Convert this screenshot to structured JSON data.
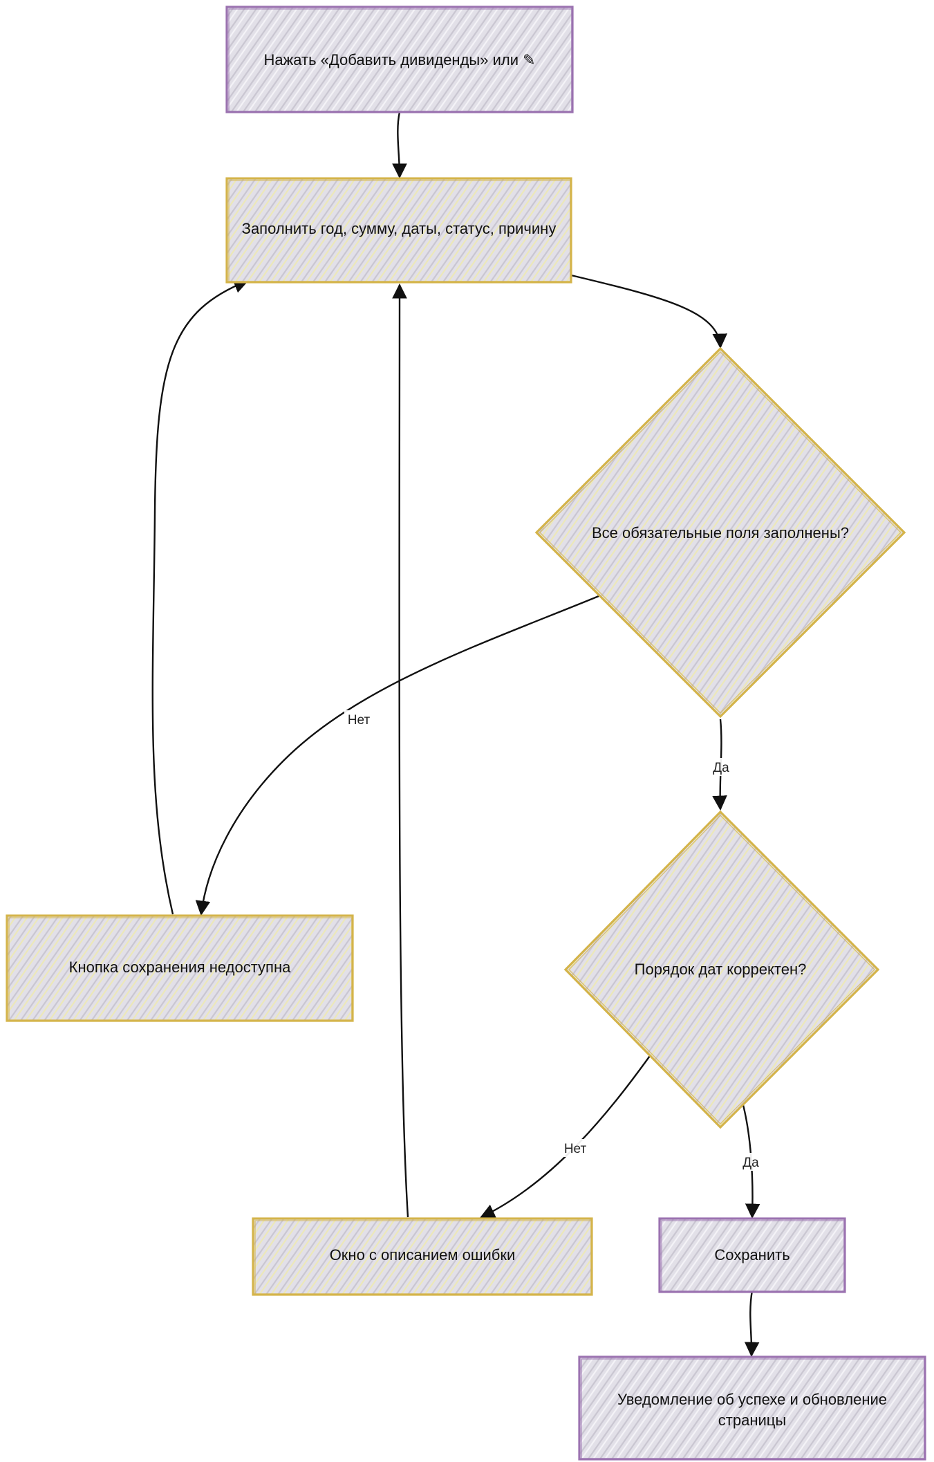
{
  "colors": {
    "purple_border": "#9b72b0",
    "yellow_border": "#d4b44a",
    "node_fill": "#e2e0e8",
    "hatch_light": "#f3f1f6",
    "hatch_yellow": "#ece8b4",
    "edge": "#111111",
    "label_bg": "#ffffff"
  },
  "nodes": {
    "start": {
      "text": "Нажать «Добавить дивиденды» или ✎"
    },
    "fill_form": {
      "text": "Заполнить год, сумму, даты, статус, причину"
    },
    "check_required": {
      "text": "Все обязательные поля заполнены?"
    },
    "save_disabled": {
      "text": "Кнопка сохранения недоступна"
    },
    "check_dates": {
      "text": "Порядок дат корректен?"
    },
    "error_window": {
      "text": "Окно с описанием ошибки"
    },
    "save": {
      "text": "Сохранить"
    },
    "success": {
      "lines": [
        "Уведомление об успехе и обновление",
        "страницы"
      ]
    }
  },
  "edges": [
    {
      "from": "start",
      "to": "fill_form",
      "label": ""
    },
    {
      "from": "fill_form",
      "to": "check_required",
      "label": ""
    },
    {
      "from": "check_required",
      "to": "save_disabled",
      "label": "Нет"
    },
    {
      "from": "check_required",
      "to": "check_dates",
      "label": "Да"
    },
    {
      "from": "save_disabled",
      "to": "fill_form",
      "label": ""
    },
    {
      "from": "check_dates",
      "to": "error_window",
      "label": "Нет"
    },
    {
      "from": "check_dates",
      "to": "save",
      "label": "Да"
    },
    {
      "from": "error_window",
      "to": "fill_form",
      "label": ""
    },
    {
      "from": "save",
      "to": "success",
      "label": ""
    }
  ]
}
